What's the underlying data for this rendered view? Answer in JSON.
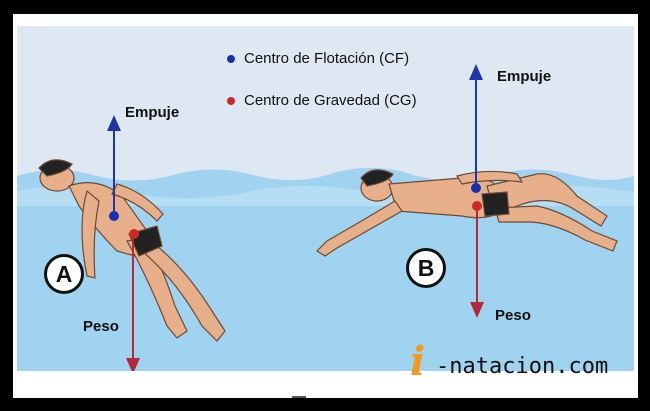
{
  "legend": {
    "cf_label": "Centro de Flotación (CF)",
    "cg_label": "Centro de Gravedad (CG)",
    "cf_color": "#1b2fb5",
    "cg_color": "#cc2a2a"
  },
  "figure_a": {
    "badge": "A",
    "up_label": "Empuje",
    "down_label": "Peso"
  },
  "figure_b": {
    "badge": "B",
    "up_label": "Empuje",
    "down_label": "Peso"
  },
  "brand": {
    "i_glyph": "i",
    "text": "-natacion.com",
    "accent_color": "#f39a1e"
  },
  "colors": {
    "water": "#9fd3ef",
    "water_light": "#c4e5f6",
    "up_arrow": "#1f35a8",
    "down_arrow": "#b3283a",
    "skin": "#e7b08a"
  }
}
